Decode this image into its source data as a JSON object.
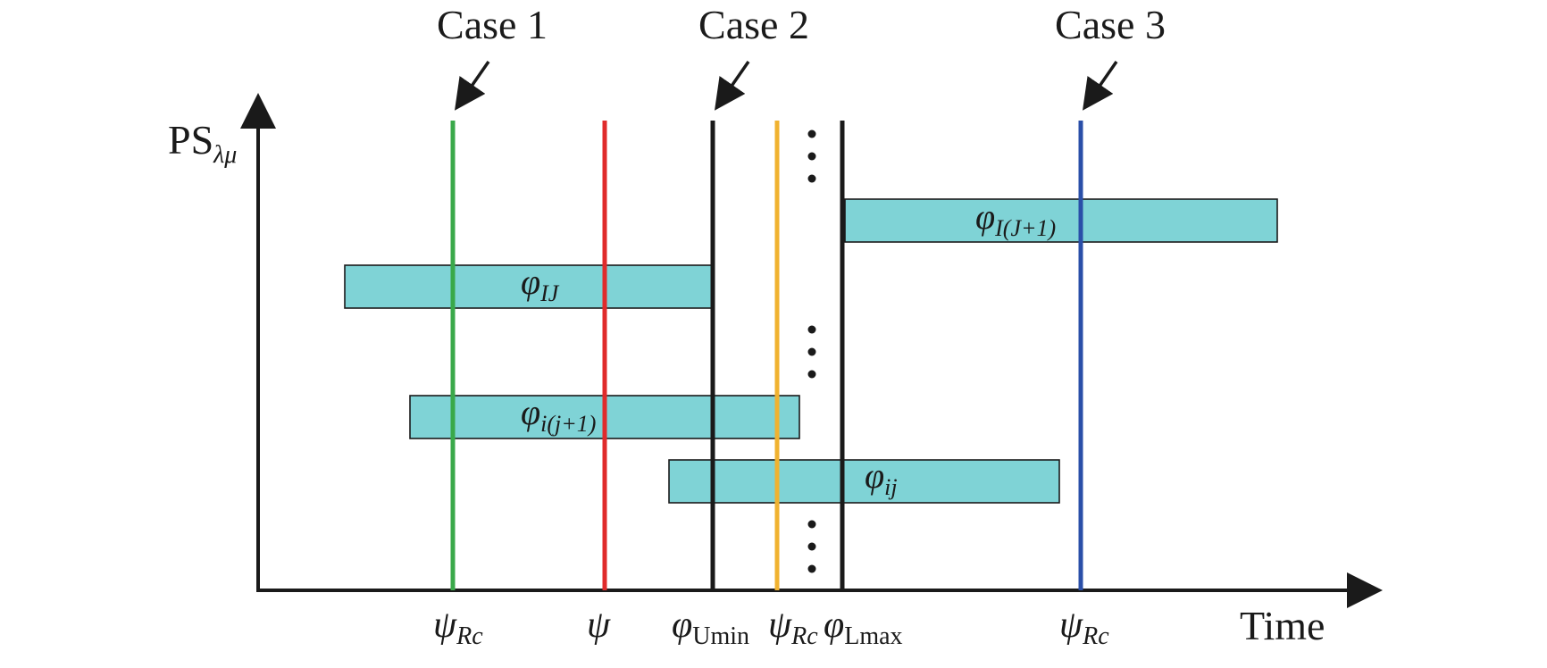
{
  "axes": {
    "y_label_main": "PS",
    "y_label_sub": "λμ",
    "x_label": "Time"
  },
  "cases": [
    {
      "label": "Case 1"
    },
    {
      "label": "Case 2"
    },
    {
      "label": "Case 3"
    }
  ],
  "bars": [
    {
      "sym": "φ",
      "sub": "I(J+1)"
    },
    {
      "sym": "φ",
      "sub": "IJ"
    },
    {
      "sym": "φ",
      "sub": "i(j+1)"
    },
    {
      "sym": "φ",
      "sub": "ij"
    }
  ],
  "tick_labels": [
    {
      "sym": "ψ",
      "sub": "Rc"
    },
    {
      "sym": "ψ",
      "sub": ""
    },
    {
      "sym": "φ",
      "sub": "Umin"
    },
    {
      "sym": "ψ",
      "sub": "Rc"
    },
    {
      "sym": "φ",
      "sub": "Lmax"
    },
    {
      "sym": "ψ",
      "sub": "Rc"
    }
  ],
  "colors": {
    "bar_fill": "#7fd3d6",
    "green_line": "#3aa94a",
    "red_line": "#e02b2b",
    "black_line": "#1a1a1a",
    "orange_line": "#f0b230",
    "blue_line": "#2a4fa8"
  }
}
